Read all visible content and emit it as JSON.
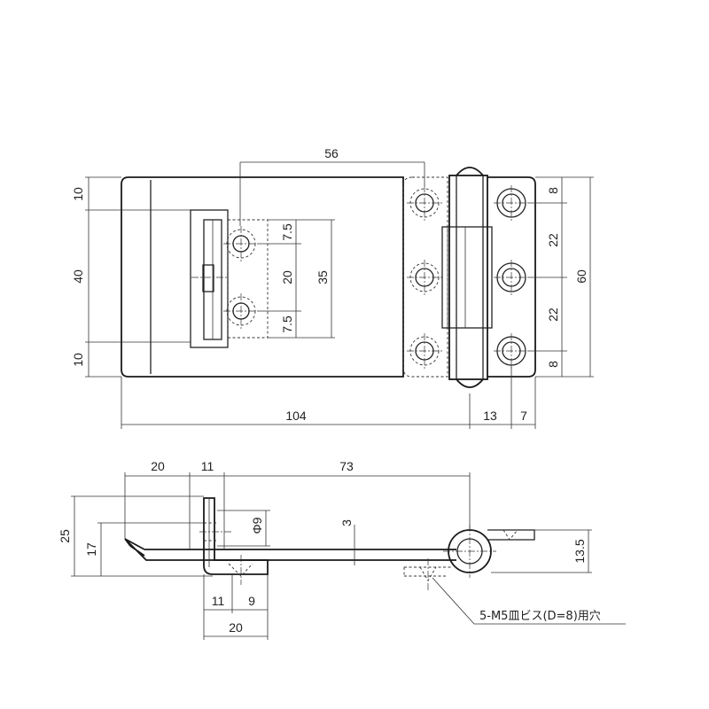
{
  "top_view": {
    "dims": {
      "top_56": "56",
      "left_10_top": "10",
      "left_40": "40",
      "left_10_bottom": "10",
      "inner_7_5_top": "7.5",
      "inner_20": "20",
      "inner_7_5_bottom": "7.5",
      "inner_35": "35",
      "right_8_top": "8",
      "right_22_top": "22",
      "right_22_bottom": "22",
      "right_8_bottom": "8",
      "right_60": "60",
      "bottom_104": "104",
      "bottom_13": "13",
      "bottom_7": "7"
    }
  },
  "side_view": {
    "dims": {
      "top_20": "20",
      "top_11": "11",
      "top_73": "73",
      "left_25": "25",
      "left_17": "17",
      "hole_phi9": "Φ9",
      "thickness_3": "3",
      "right_13_5": "13.5",
      "bottom_11": "11",
      "bottom_9": "9",
      "bottom_20": "20"
    },
    "note": "5-M5皿ビス(D=8)用穴"
  }
}
